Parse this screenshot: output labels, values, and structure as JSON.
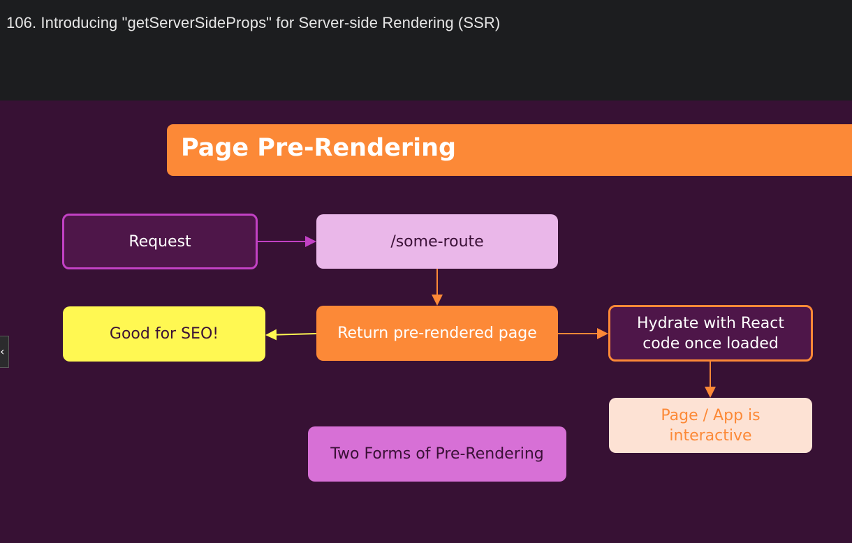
{
  "header": {
    "title": "106. Introducing \"getServerSideProps\" for Server-side Rendering (SSR)"
  },
  "slide": {
    "banner_title": "Page Pre-Rendering",
    "boxes": {
      "request": "Request",
      "route": "/some-route",
      "return_page": "Return pre-rendered page",
      "seo": "Good for SEO!",
      "hydrate": [
        "Hydrate with React",
        "code once loaded"
      ],
      "interactive": [
        "Page / App is",
        "interactive"
      ],
      "forms": "Two Forms of Pre-Rendering"
    }
  },
  "nav": {
    "prev_icon": "chevron-left-icon"
  },
  "colors": {
    "slide_bg": "#371134",
    "orange": "#fc8937",
    "purple_border": "#c241c4",
    "yellow": "#fff852",
    "light_pink": "#eab7e9",
    "magenta": "#d770d6"
  }
}
